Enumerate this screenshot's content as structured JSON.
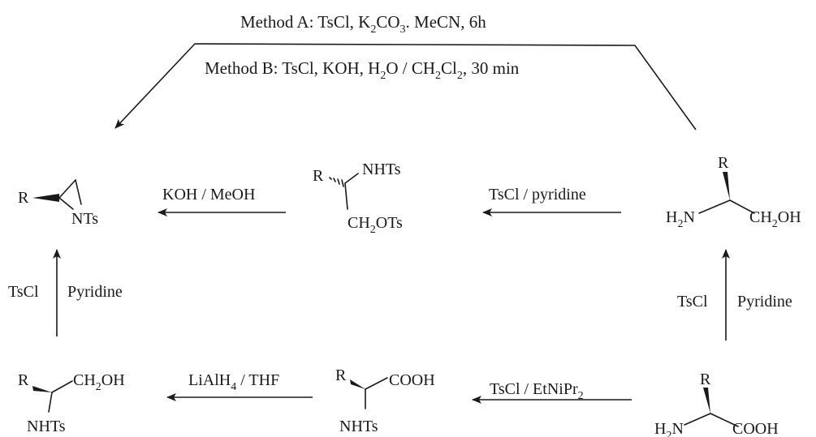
{
  "conditions": {
    "method_a": {
      "pre": "Method A: TsCl, K",
      "s1": "2",
      "mid": "CO",
      "s2": "3",
      "post": ". MeCN, 6h"
    },
    "method_b": {
      "pre": "Method B: TsCl, KOH, H",
      "s1": "2",
      "mid1": "O / CH",
      "s2": "2",
      "mid2": "Cl",
      "s3": "2",
      "post": ", 30 min"
    },
    "koh_meoh": "KOH / MeOH",
    "tscl_pyridine": "TsCl / pyridine",
    "left_vertical": {
      "left": "TsCl",
      "right": "Pyridine"
    },
    "right_vertical": {
      "left": "TsCl",
      "right": "Pyridine"
    },
    "lialh4": {
      "pre": "LiAlH",
      "s1": "4",
      "post": " / THF"
    },
    "tscl_etnipr": {
      "pre": "TsCl / EtNiPr",
      "s1": "2"
    }
  },
  "molecules": {
    "aziridine": {
      "r": "R",
      "nts": "NTs"
    },
    "ditosyl": {
      "r": "R",
      "nhts": "NHTs",
      "ch2ots": {
        "pre": "CH",
        "s1": "2",
        "post": "OTs"
      }
    },
    "aminoalcohol": {
      "r": "R",
      "h2n": {
        "pre": "H",
        "s1": "2",
        "post": "N"
      },
      "ch2oh": {
        "pre": "CH",
        "s1": "2",
        "post": "OH"
      }
    },
    "amino_acid": {
      "r": "R",
      "h2n": {
        "pre": "H",
        "s1": "2",
        "post": "N"
      },
      "cooh": "COOH"
    },
    "ts_amino_acid": {
      "r": "R",
      "cooh": "COOH",
      "nhts": "NHTs"
    },
    "ts_aminoalcohol": {
      "r": "R",
      "ch2oh": {
        "pre": "CH",
        "s1": "2",
        "post": "OH"
      },
      "nhts": "NHTs"
    }
  }
}
